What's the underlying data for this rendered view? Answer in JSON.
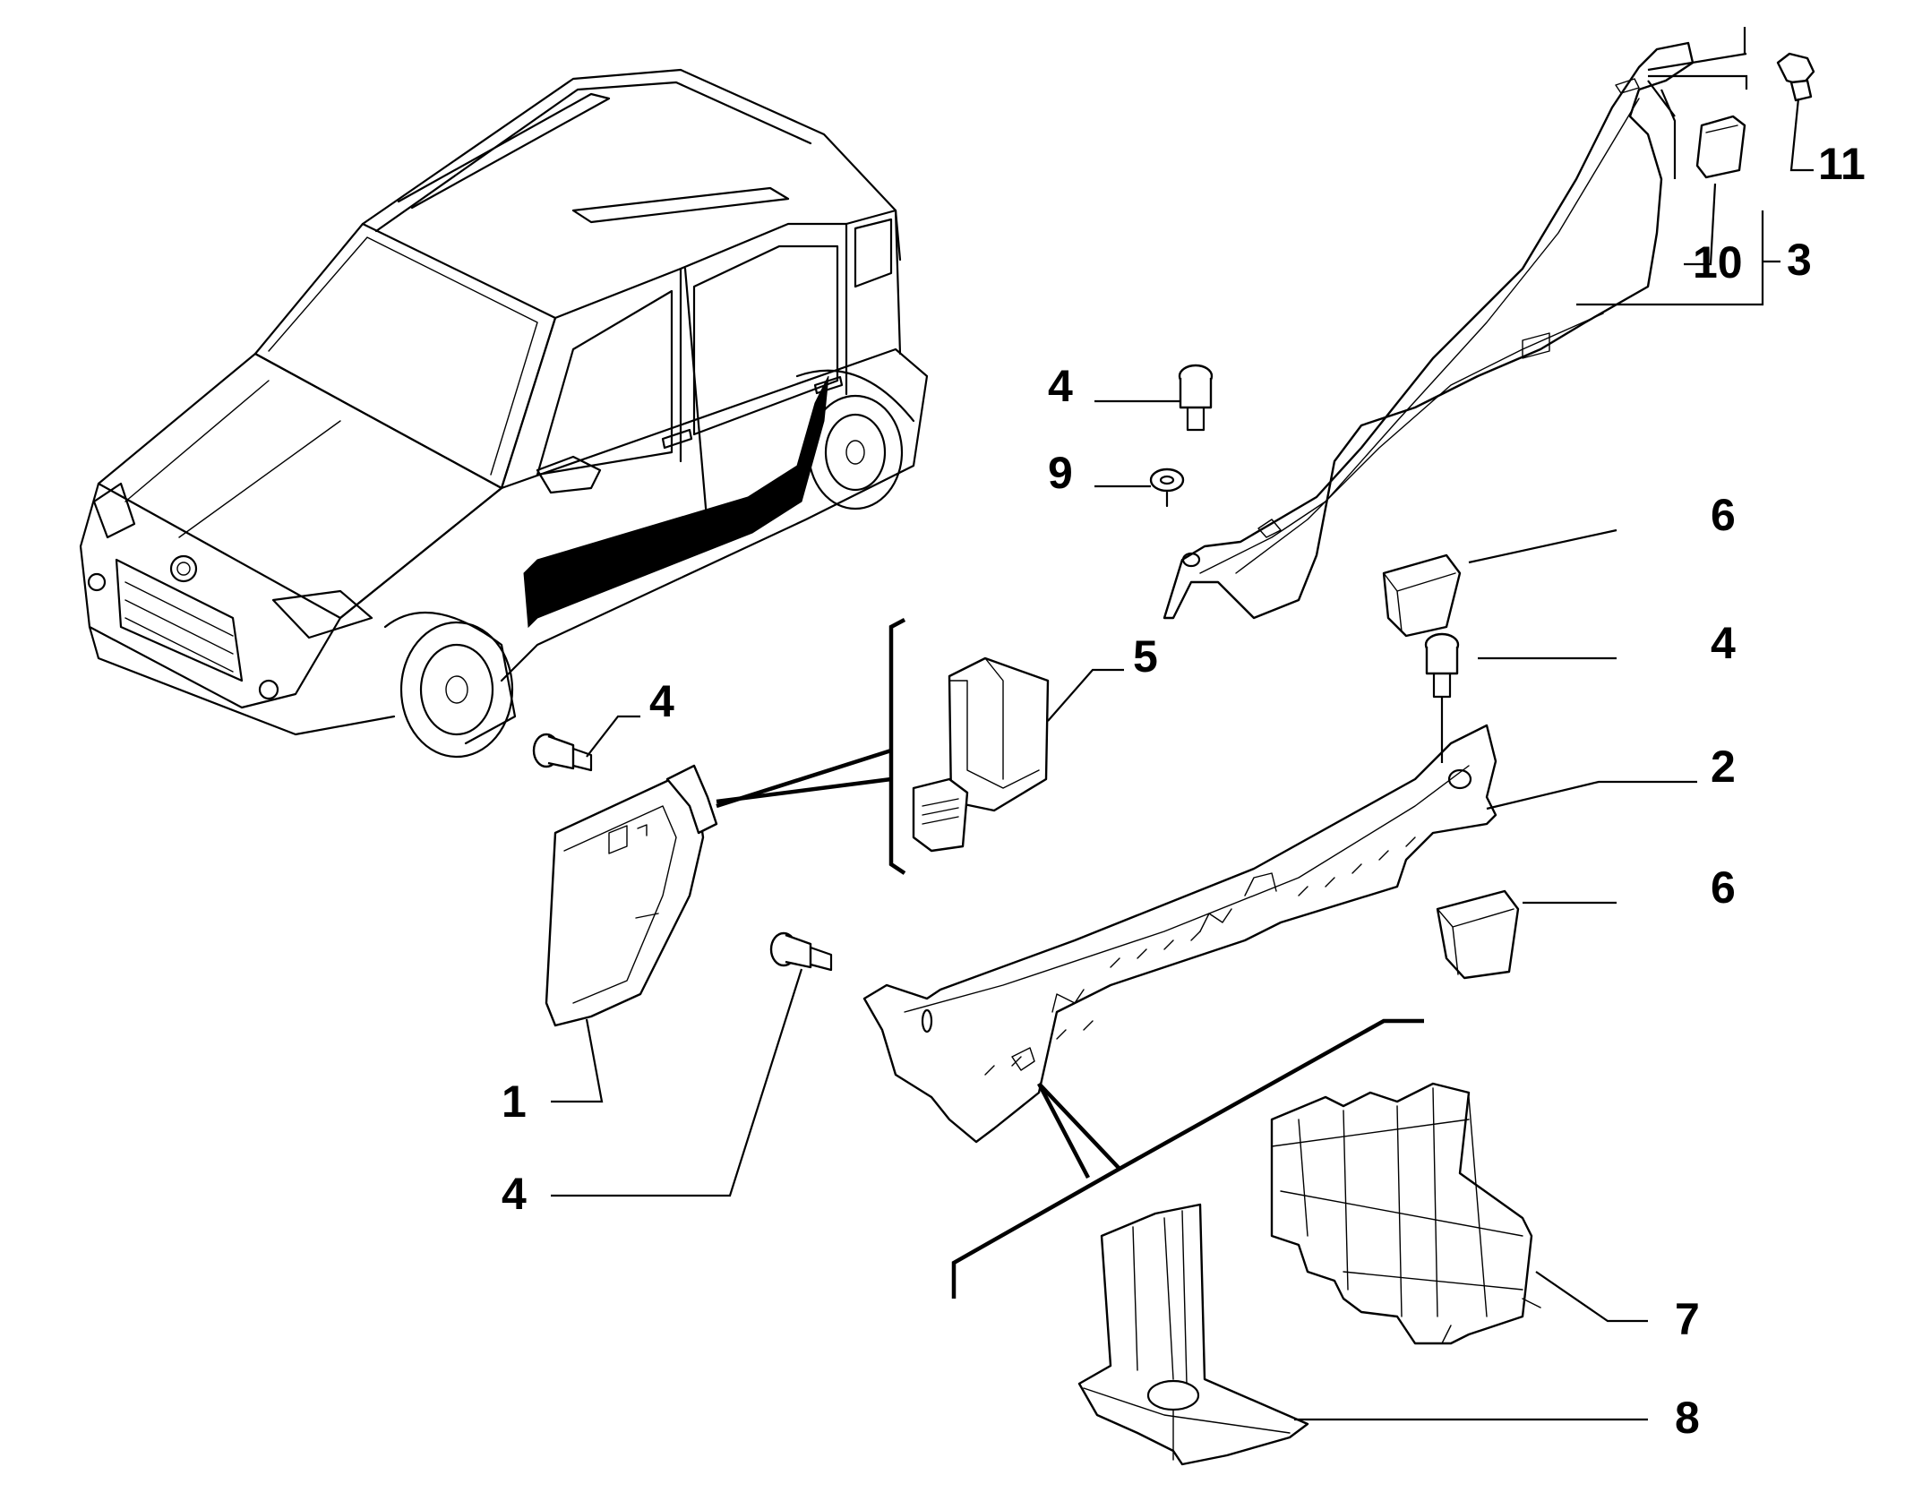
{
  "callouts": [
    {
      "id": "c1",
      "text": "1"
    },
    {
      "id": "c2",
      "text": "2"
    },
    {
      "id": "c3",
      "text": "3"
    },
    {
      "id": "c4a",
      "text": "4"
    },
    {
      "id": "c4b",
      "text": "4"
    },
    {
      "id": "c4c",
      "text": "4"
    },
    {
      "id": "c4d",
      "text": "4"
    },
    {
      "id": "c5",
      "text": "5"
    },
    {
      "id": "c6a",
      "text": "6"
    },
    {
      "id": "c6b",
      "text": "6"
    },
    {
      "id": "c7",
      "text": "7"
    },
    {
      "id": "c8",
      "text": "8"
    },
    {
      "id": "c9",
      "text": "9"
    },
    {
      "id": "c10",
      "text": "10"
    },
    {
      "id": "c11",
      "text": "11"
    }
  ]
}
